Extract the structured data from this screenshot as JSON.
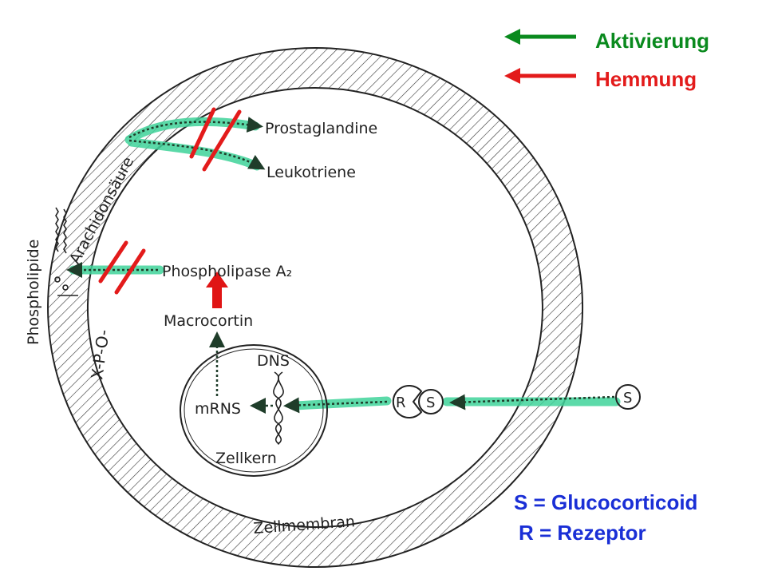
{
  "legend": {
    "activation": {
      "label": "Aktivierung",
      "color": "#0a8a1e"
    },
    "inhibition": {
      "label": "Hemmung",
      "color": "#e31b1b"
    }
  },
  "labels": {
    "prostaglandine": "Prostaglandine",
    "leukotriene": "Leukotriene",
    "arachidonsaeure": "Arachidonsäure",
    "phospholipide": "Phospholipide",
    "xpo": "X-P-O-",
    "phospholipase": "Phospholipase A₂",
    "macrocortin": "Macrocortin",
    "dns": "DNS",
    "mrns": "mRNS",
    "zellkern": "Zellkern",
    "zellmembran": "Zellmembran",
    "receptor_letter": "R",
    "steroid_letter": "S"
  },
  "definitions": {
    "s": {
      "text": "S = Glucocorticoid",
      "color": "#1a2fd6"
    },
    "r": {
      "text": "R = Rezeptor",
      "color": "#1a2fd6"
    }
  },
  "colors": {
    "highlight": "#3fd39a",
    "pathway": "#1f3d2a",
    "hatch": "#333333"
  }
}
